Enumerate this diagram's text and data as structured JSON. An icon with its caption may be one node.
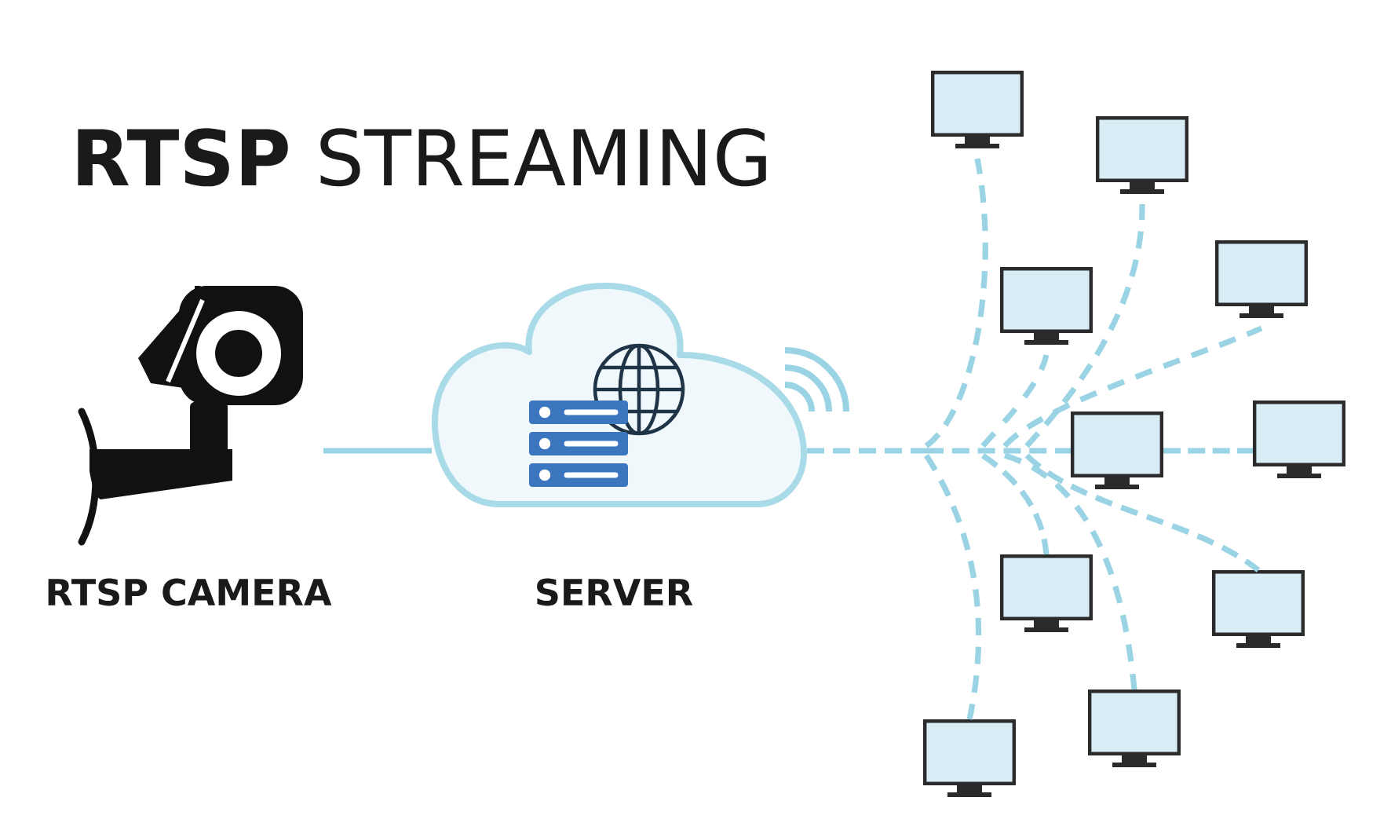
{
  "diagram": {
    "title": "**RTSP** STREAMING",
    "nodes": [
      {
        "text": [],
        "shape": "camera",
        "beside": [
          "RTSP CAMERA"
        ]
      },
      {
        "text": [],
        "shape": "cloud",
        "beside": [
          "SERVER"
        ]
      },
      {
        "text": [],
        "shape": "monitor"
      },
      {
        "text": [],
        "shape": "monitor"
      },
      {
        "text": [],
        "shape": "monitor"
      },
      {
        "text": [],
        "shape": "monitor"
      },
      {
        "text": [],
        "shape": "monitor"
      },
      {
        "text": [],
        "shape": "monitor"
      },
      {
        "text": [],
        "shape": "monitor"
      },
      {
        "text": [],
        "shape": "monitor"
      },
      {
        "text": [],
        "shape": "monitor"
      },
      {
        "text": [],
        "shape": "monitor"
      }
    ],
    "edges": [
      {
        "from": 0,
        "to": 1,
        "arrow": "none"
      },
      {
        "from": 1,
        "to": 2,
        "arrow": "none",
        "style": "dashed"
      },
      {
        "from": 1,
        "to": 3,
        "arrow": "none",
        "style": "dashed"
      },
      {
        "from": 1,
        "to": 4,
        "arrow": "none",
        "style": "dashed"
      },
      {
        "from": 1,
        "to": 5,
        "arrow": "none",
        "style": "dashed"
      },
      {
        "from": 1,
        "to": 7,
        "arrow": "none",
        "style": "dashed"
      },
      {
        "from": 7,
        "to": 6,
        "arrow": "none",
        "style": "dashed"
      },
      {
        "from": 1,
        "to": 8,
        "arrow": "none",
        "style": "dashed"
      },
      {
        "from": 1,
        "to": 9,
        "arrow": "none",
        "style": "dashed"
      },
      {
        "from": 1,
        "to": 10,
        "arrow": "none",
        "style": "dashed"
      },
      {
        "from": 1,
        "to": 11,
        "arrow": "none",
        "style": "dashed"
      }
    ]
  }
}
